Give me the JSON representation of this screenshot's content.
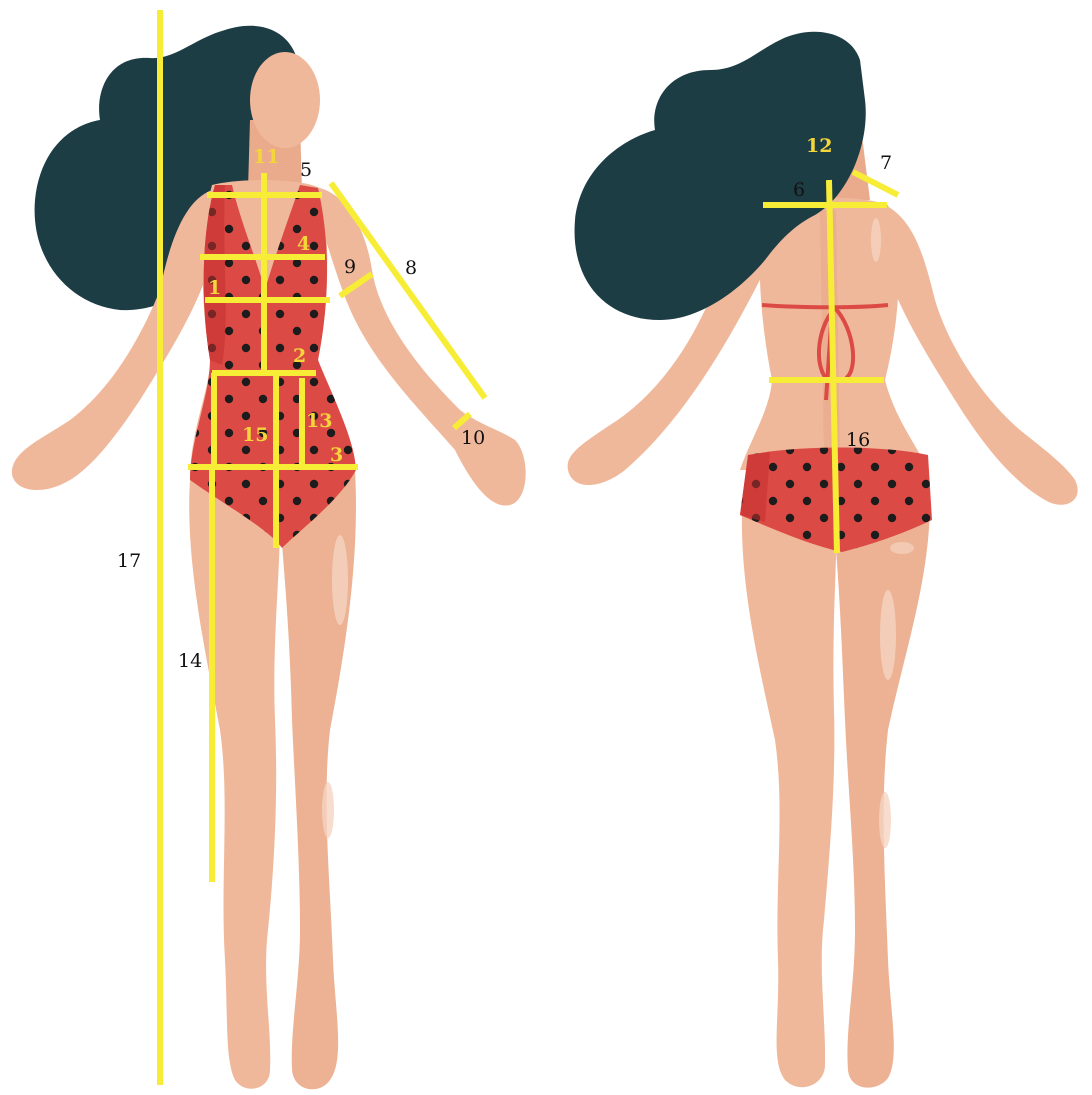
{
  "diagram": {
    "colors": {
      "skin": "#f0b89a",
      "skin_shade": "#e3a283",
      "hair": "#1d3d45",
      "swimsuit": "#dc4a45",
      "swimsuit_dark": "#c2302f",
      "dots": "#1c1c1c",
      "measure_line": "#f7ec36",
      "label_yellow": "#f4d63a",
      "label_black": "#111111"
    },
    "views": [
      "front",
      "back"
    ],
    "labels": {
      "l1": "1",
      "l2": "2",
      "l3": "3",
      "l4": "4",
      "l5": "5",
      "l6": "6",
      "l7": "7",
      "l8": "8",
      "l9": "9",
      "l10": "10",
      "l11": "11",
      "l12": "12",
      "l13": "13",
      "l14": "14",
      "l15": "15",
      "l16": "16",
      "l17": "17"
    }
  }
}
